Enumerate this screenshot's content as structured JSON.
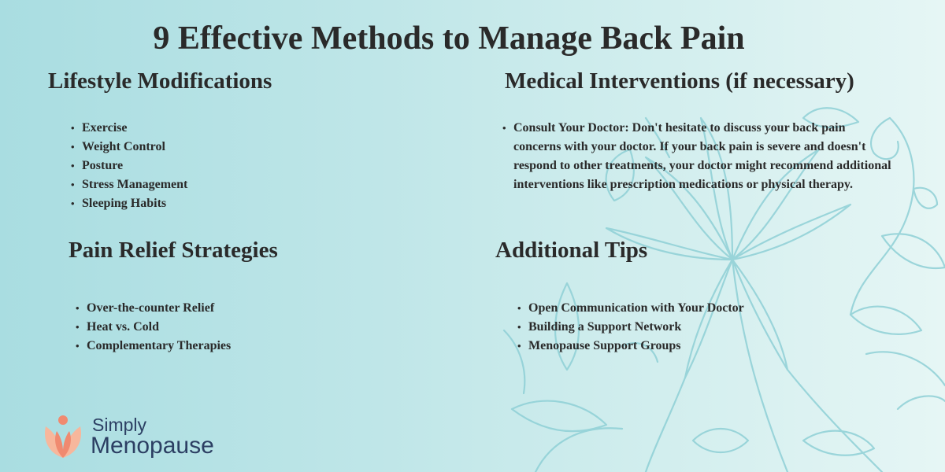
{
  "page": {
    "title": "9 Effective Methods to Manage Back Pain"
  },
  "sections": {
    "lifestyle": {
      "heading": "Lifestyle Modifications",
      "items": [
        "Exercise",
        "Weight Control",
        "Posture",
        "Stress Management",
        "Sleeping Habits"
      ]
    },
    "pain_relief": {
      "heading": "Pain Relief Strategies",
      "items": [
        "Over-the-counter Relief",
        "Heat vs. Cold",
        "Complementary Therapies"
      ]
    },
    "medical": {
      "heading": "Medical Interventions (if necessary)",
      "items": [
        "Consult Your Doctor: Don't hesitate to discuss your back pain concerns with your doctor. If your back pain is severe and doesn't respond to other treatments, your doctor might recommend additional interventions like prescription medications or physical therapy."
      ]
    },
    "additional": {
      "heading": "Additional Tips",
      "items": [
        "Open Communication with Your Doctor",
        "Building a Support Network",
        "Menopause Support Groups"
      ]
    }
  },
  "logo": {
    "line1": "Simply",
    "line2": "Menopause"
  },
  "colors": {
    "text": "#2a2a2a",
    "logo_text": "#2c3f63",
    "logo_coral": "#f08a70",
    "logo_peach": "#f7b79c",
    "floral_stroke": "#8fd0d6"
  },
  "icons": {
    "logo_mark": "lotus-leaves-icon",
    "background": "floral-line-art"
  }
}
